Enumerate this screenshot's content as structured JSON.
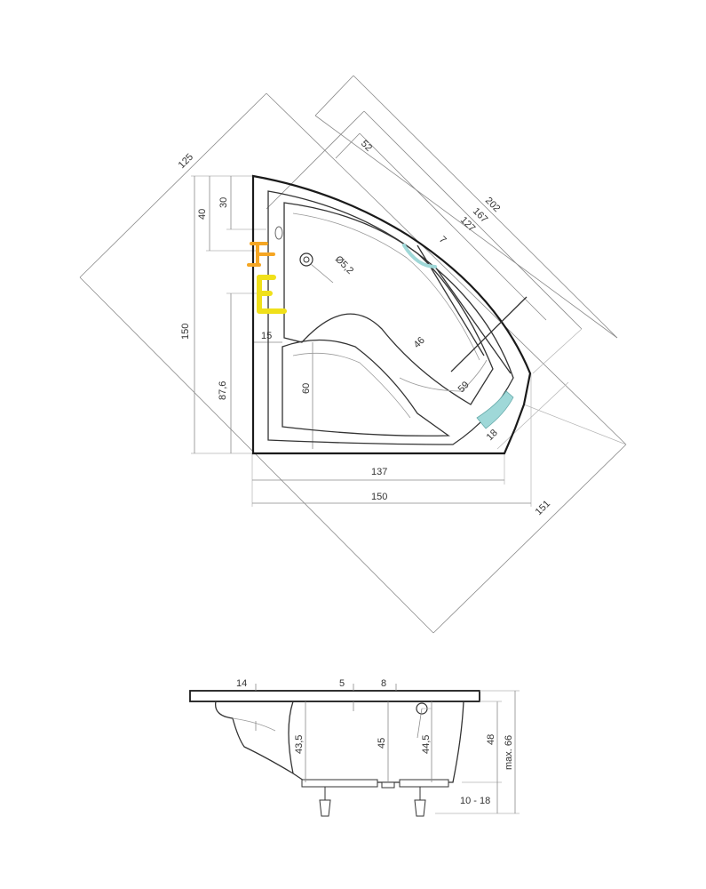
{
  "top_view": {
    "dimensions": {
      "d125": "125",
      "d202": "202",
      "d167": "167",
      "d127": "127",
      "d52": "52",
      "d7": "7",
      "d40": "40",
      "d30": "30",
      "d150_vertical": "150",
      "d87_6": "87,6",
      "d15": "15",
      "d60": "60",
      "d46": "46",
      "d59": "59",
      "d18": "18",
      "d137": "137",
      "d150_horizontal": "150",
      "d151": "151",
      "drain": "Ø5,2"
    },
    "colors": {
      "tap": "#f5a623",
      "jets": "#f0e01a",
      "headrest": "#9fd8d8",
      "outline": "#1a1a1a"
    }
  },
  "side_view": {
    "dimensions": {
      "d14": "14",
      "d5": "5",
      "d8": "8",
      "d43_5": "43,5",
      "d45": "45",
      "d44_5": "44,5",
      "d48": "48",
      "max66": "max. 66",
      "feet": "10 - 18"
    }
  }
}
